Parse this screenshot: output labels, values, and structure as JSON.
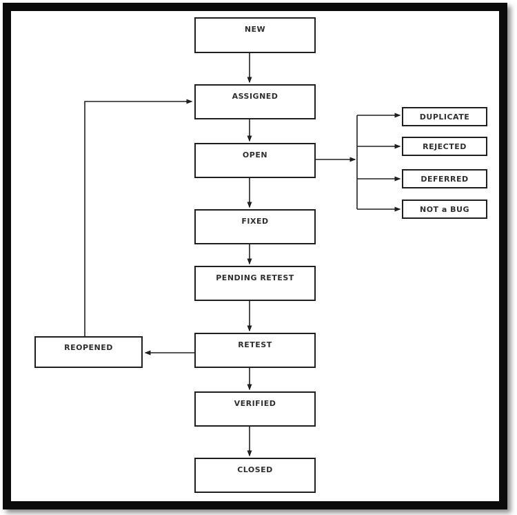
{
  "diagram": {
    "type": "flowchart",
    "description": "Bug life cycle state diagram",
    "nodes": [
      {
        "id": "new",
        "label": "NEW"
      },
      {
        "id": "assigned",
        "label": "ASSIGNED"
      },
      {
        "id": "open",
        "label": "OPEN"
      },
      {
        "id": "fixed",
        "label": "FIXED"
      },
      {
        "id": "pending-retest",
        "label": "PENDING RETEST"
      },
      {
        "id": "retest",
        "label": "RETEST"
      },
      {
        "id": "verified",
        "label": "VERIFIED"
      },
      {
        "id": "closed",
        "label": "CLOSED"
      },
      {
        "id": "reopened",
        "label": "REOPENED"
      },
      {
        "id": "duplicate",
        "label": "DUPLICATE"
      },
      {
        "id": "rejected",
        "label": "REJECTED"
      },
      {
        "id": "deferred",
        "label": "DEFERRED"
      },
      {
        "id": "not-a-bug",
        "label": "NOT a BUG"
      }
    ],
    "edges": [
      {
        "from": "new",
        "to": "assigned"
      },
      {
        "from": "assigned",
        "to": "open"
      },
      {
        "from": "open",
        "to": "fixed"
      },
      {
        "from": "fixed",
        "to": "pending-retest"
      },
      {
        "from": "pending-retest",
        "to": "retest"
      },
      {
        "from": "retest",
        "to": "verified"
      },
      {
        "from": "verified",
        "to": "closed"
      },
      {
        "from": "open",
        "to": "duplicate"
      },
      {
        "from": "open",
        "to": "rejected"
      },
      {
        "from": "open",
        "to": "deferred"
      },
      {
        "from": "open",
        "to": "not-a-bug"
      },
      {
        "from": "retest",
        "to": "reopened"
      },
      {
        "from": "reopened",
        "to": "assigned"
      }
    ],
    "colors": {
      "line": "#1f1f1f",
      "box_border": "#1f1f1f",
      "text": "#2e2e2e",
      "frame": "#0b0b0b",
      "background": "#ffffff"
    }
  }
}
